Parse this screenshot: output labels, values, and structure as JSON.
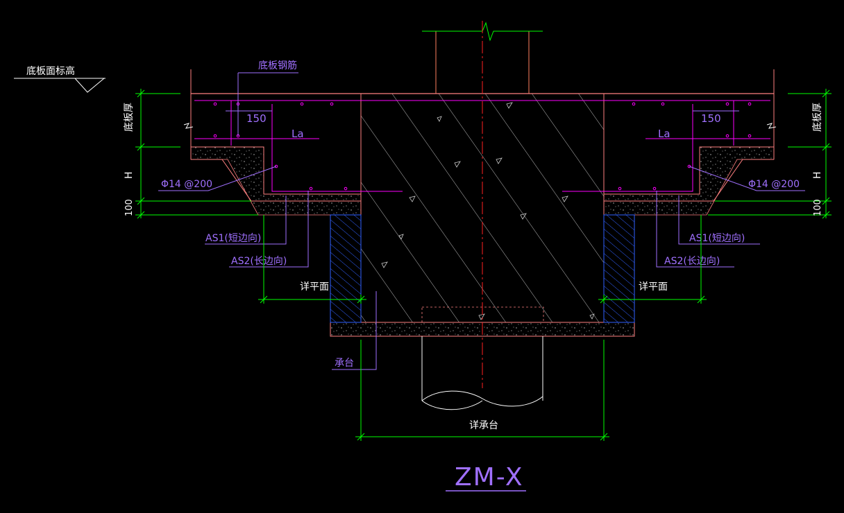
{
  "labels": {
    "slab_top_elevation": "底板面标高",
    "slab_rebar": "底板钢筋",
    "slab_thickness": "底板厚",
    "h": "H",
    "dim_100": "100",
    "dim_150": "150",
    "la": "La",
    "rebar_spec": "Φ14 @200",
    "as1": "AS1(短边向)",
    "as2": "AS2(长边向)",
    "see_plan": "详平面",
    "pile_cap": "承台",
    "see_pile_cap": "详承台",
    "title": "ZM-X"
  },
  "colors": {
    "background": "#000000",
    "dimension": "#00ff00",
    "magenta": "#ff00ff",
    "outline": "#ff8080",
    "centerline": "#ff0000",
    "text_purple": "#a070ff",
    "text_white": "#ffffff",
    "hatch_blue": "#3060ff",
    "hatch_gray": "#b0b0b0",
    "column": "#ff8060"
  }
}
